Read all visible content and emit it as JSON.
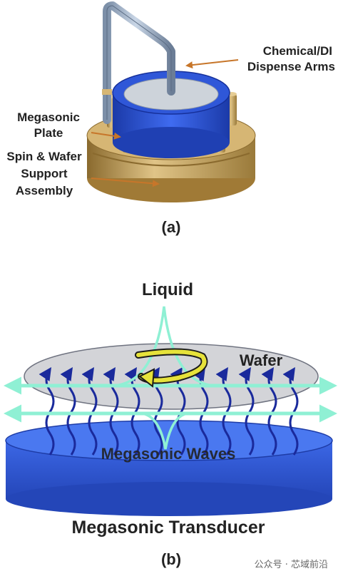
{
  "panel_a": {
    "label": "(a)",
    "callouts": {
      "dispense_line1": "Chemical/DI",
      "dispense_line2": "Dispense Arms",
      "plate_line1": "Megasonic",
      "plate_line2": "Plate",
      "support_line1": "Spin & Wafer",
      "support_line2": "Support",
      "support_line3": "Assembly"
    }
  },
  "panel_b": {
    "label": "(b)",
    "liquid": "Liquid",
    "wafer": "Wafer",
    "waves": "Megasonic Waves",
    "transducer": "Megasonic Transducer"
  },
  "watermark": "公众号 · 芯域前沿",
  "colors": {
    "blue": "#2b56d6",
    "gold": "#c9a35a",
    "wave": "#1a2a9c",
    "liquid": "#8ff0d4"
  }
}
